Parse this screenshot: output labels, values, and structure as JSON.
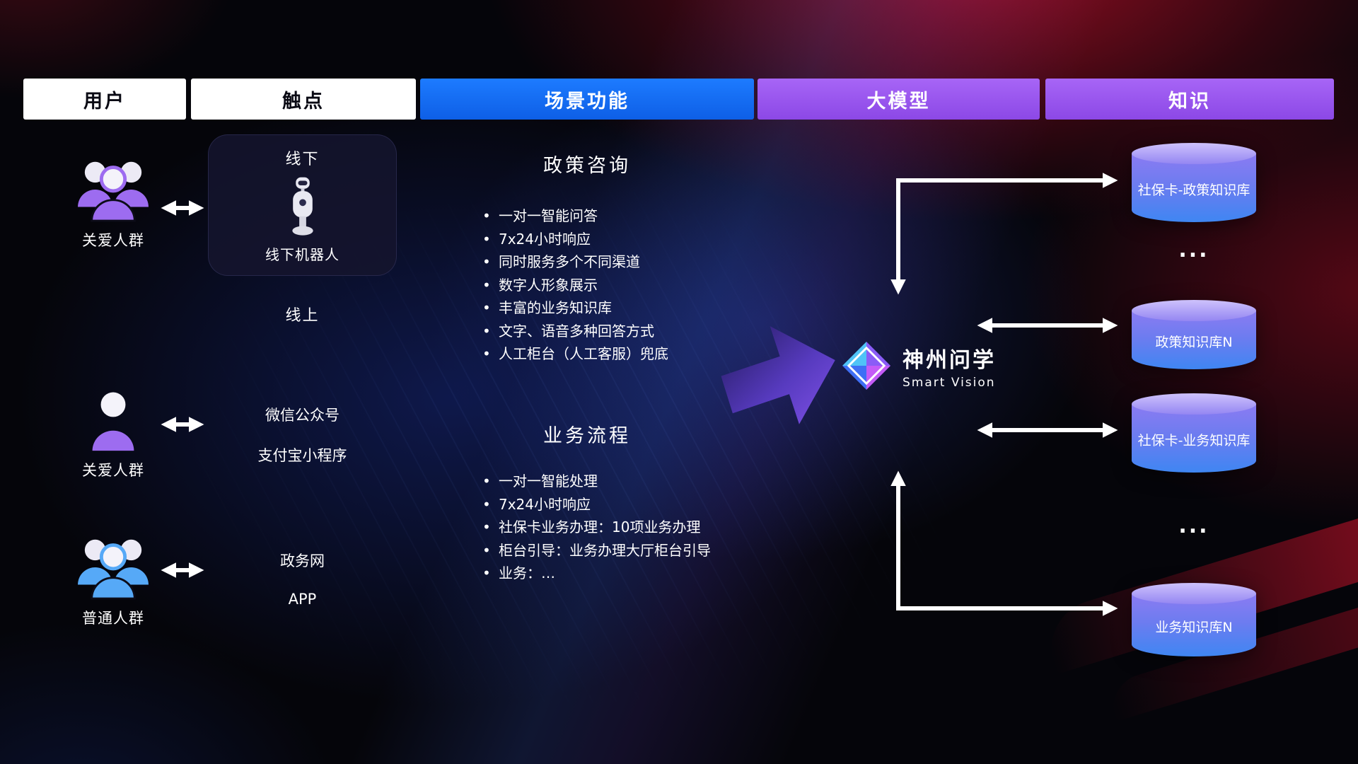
{
  "header": {
    "columns": [
      {
        "label": "用户"
      },
      {
        "label": "触点"
      },
      {
        "label": "场景功能"
      },
      {
        "label": "大模型"
      },
      {
        "label": "知识"
      }
    ]
  },
  "users": {
    "groups": [
      {
        "label": "关爱人群",
        "icon": "people-group-icon",
        "color": "purple"
      },
      {
        "label": "关爱人群",
        "icon": "person-icon",
        "color": "purple"
      },
      {
        "label": "普通人群",
        "icon": "people-group-icon",
        "color": "blue"
      }
    ]
  },
  "touchpoints": {
    "offline": {
      "title": "线下",
      "robot_label": "线下机器人"
    },
    "online_title": "线上",
    "channels": [
      {
        "label": "微信公众号"
      },
      {
        "label": "支付宝小程序"
      },
      {
        "label": "政务网"
      },
      {
        "label": "APP"
      }
    ]
  },
  "scenarios": {
    "policy": {
      "title": "政策咨询",
      "items": [
        "一对一智能问答",
        "7x24小时响应",
        "同时服务多个不同渠道",
        "数字人形象展示",
        "丰富的业务知识库",
        "文字、语音多种回答方式",
        "人工柜台（人工客服）兜底"
      ]
    },
    "business": {
      "title": "业务流程",
      "items": [
        "一对一智能处理",
        "7x24小时响应",
        "社保卡业务办理：10项业务办理",
        "柜台引导：业务办理大厅柜台引导",
        "业务：…"
      ]
    }
  },
  "model": {
    "name": "神州问学",
    "subtitle": "Smart Vision"
  },
  "knowledge": {
    "databases": [
      {
        "label": "社保卡-政策知识库"
      },
      {
        "label": "政策知识库N"
      },
      {
        "label": "社保卡-业务知识库"
      },
      {
        "label": "业务知识库N"
      }
    ],
    "ellipsis": "..."
  },
  "colors": {
    "header_blue": "#1d7bff",
    "header_purple": "#9b57ef",
    "user_purple": "#9d6cf0",
    "user_blue": "#56a9f7",
    "db_gradient_top": "#8b7bf2",
    "db_gradient_bottom": "#3f86f2",
    "arrow_white": "#ffffff",
    "flow_arrow_purple": "#8a57f5",
    "background_red": "#c3122a",
    "background_blue": "#182c8c"
  }
}
